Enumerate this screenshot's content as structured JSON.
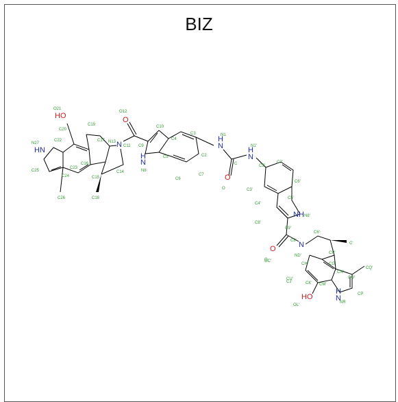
{
  "title": "BIZ",
  "colors": {
    "bond": "#000000",
    "carbon_label": "#2d9a2d",
    "nitrogen": "#1f2fb0",
    "oxygen": "#d11a1a"
  },
  "heteroatoms": [
    {
      "text": "HO",
      "el": "O"
    },
    {
      "text": "HN",
      "el": "N"
    },
    {
      "text": "N",
      "el": "N"
    },
    {
      "text": "O",
      "el": "O"
    },
    {
      "text": "H",
      "el": "N"
    },
    {
      "text": "N",
      "el": "N"
    },
    {
      "text": "H",
      "el": "N"
    },
    {
      "text": "N",
      "el": "N"
    },
    {
      "text": "O",
      "el": "O"
    },
    {
      "text": "H",
      "el": "N"
    },
    {
      "text": "N",
      "el": "N"
    },
    {
      "text": "NH",
      "el": "N"
    },
    {
      "text": "O",
      "el": "O"
    },
    {
      "text": "N",
      "el": "N"
    },
    {
      "text": "HO",
      "el": "O"
    },
    {
      "text": "H",
      "el": "N"
    },
    {
      "text": "N",
      "el": "N"
    }
  ],
  "atom_labels": [
    "O21",
    "C20",
    "C19",
    "N27",
    "C22",
    "C17",
    "N13",
    "O12",
    "C11",
    "C10",
    "C4",
    "C3",
    "N1",
    "C25",
    "C24",
    "C23",
    "C16",
    "C15",
    "C14",
    "C26",
    "C18",
    "C9",
    "N8",
    "C5",
    "C6",
    "C7",
    "C2",
    "C",
    "O",
    "N1'",
    "C2'",
    "C7'",
    "C6'",
    "C3'",
    "C4'",
    "C5'",
    "N8'",
    "C8'",
    "C9'",
    "C8'",
    "O",
    "C6'",
    "CP'",
    "C'",
    "ND'",
    "OC'",
    "CH'",
    "CG'",
    "CU'",
    "CN'",
    "CO'",
    "CQ'",
    "CJ'",
    "CK'",
    "CM'",
    "OL'",
    "CP",
    "NR"
  ]
}
